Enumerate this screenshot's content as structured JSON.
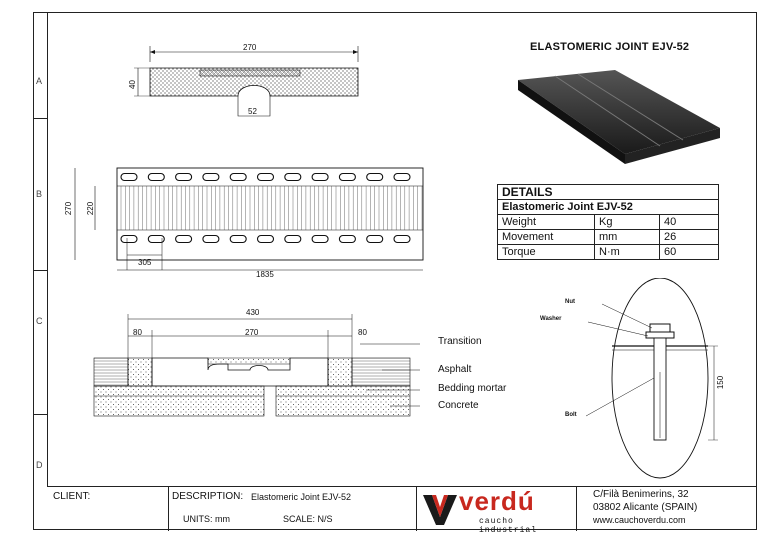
{
  "title": "ELASTOMERIC JOINT EJV-52",
  "zones": [
    "A",
    "B",
    "C",
    "D"
  ],
  "details": {
    "header": "DETAILS",
    "subheader": "Elastomeric Joint EJV-52",
    "rows": [
      {
        "name": "Weight",
        "unit": "Kg",
        "value": "40"
      },
      {
        "name": "Movement",
        "unit": "mm",
        "value": "26"
      },
      {
        "name": "Torque",
        "unit": "N·m",
        "value": "60"
      }
    ]
  },
  "dimensions": {
    "section_width": "270",
    "section_height": "40",
    "section_gap": "52",
    "plan_width": "270",
    "plan_inner": "220",
    "plan_pitch": "305",
    "plan_length": "1835",
    "install_total": "430",
    "install_left": "80",
    "install_mid": "270",
    "install_right": "80",
    "bolt_length": "150"
  },
  "labels": {
    "transition": "Transition",
    "asphalt": "Asphalt",
    "bedding": "Bedding mortar",
    "concrete": "Concrete",
    "nut": "Nut",
    "washer": "Washer",
    "bolt": "Bolt"
  },
  "titleblock": {
    "client_label": "CLIENT:",
    "description_label": "DESCRIPTION:",
    "description_value": "Elastomeric Joint EJV-52",
    "units": "UNITS: mm",
    "scale": "SCALE: N/S",
    "brand": "verdú",
    "brand_sub": "caucho industrial",
    "address1": "C/Filà Benimerins, 32",
    "address2": "03802 Alicante (SPAIN)",
    "website": "www.cauchoverdu.com"
  },
  "colors": {
    "brand_red": "#c8281e",
    "brand_dark": "#1a1a1a"
  }
}
